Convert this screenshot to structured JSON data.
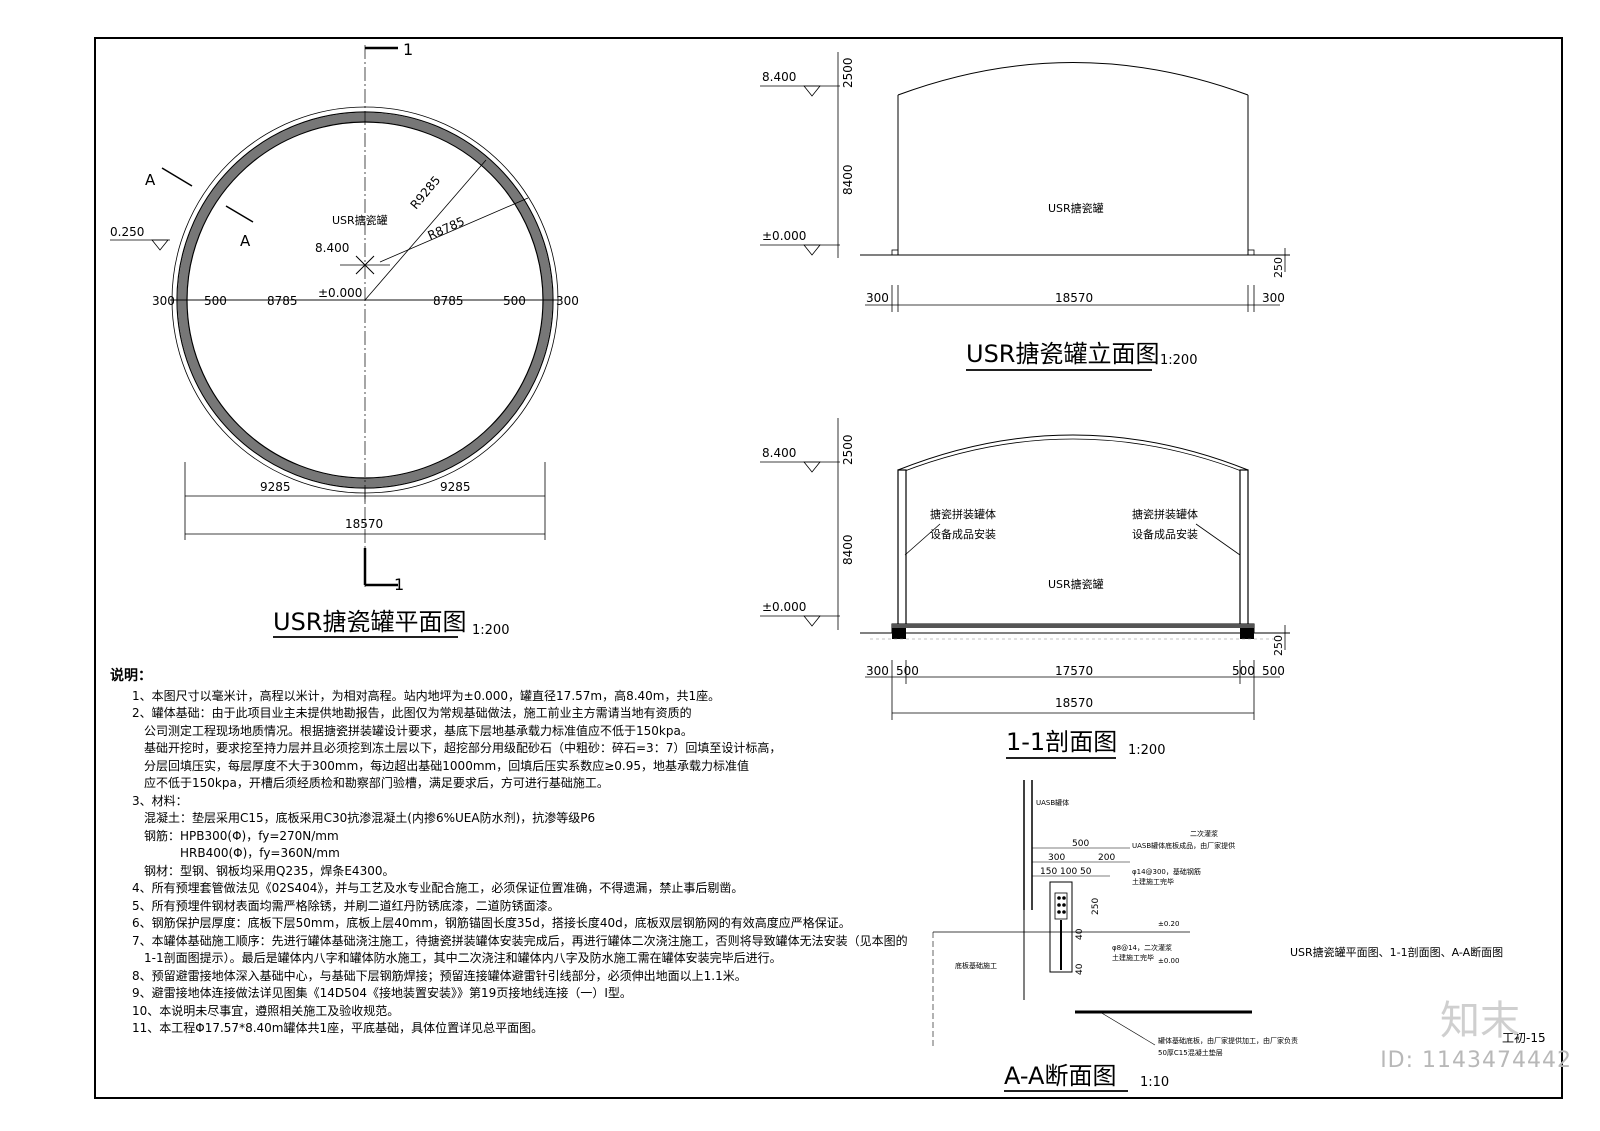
{
  "plan": {
    "title": "USR搪瓷罐平面图",
    "scale": "1:200",
    "center_label": "USR搪瓷罐",
    "section_mark": "1",
    "cut_mark": "A",
    "elev_ground": "0.250",
    "elev_top": "8.400",
    "elev_zero": "±0.000",
    "r_outer": "R9285",
    "r_inner": "R8785",
    "dims_row": [
      "300",
      "500",
      "8785",
      "8785",
      "500",
      "300"
    ],
    "half_dims": [
      "9285",
      "9285"
    ],
    "total_dim": "18570"
  },
  "elevation": {
    "title": "USR搪瓷罐立面图",
    "scale": "1:200",
    "label": "USR搪瓷罐",
    "elev_top": "8.400",
    "elev_zero": "±0.000",
    "v_dims": [
      "2500",
      "8400",
      "250"
    ],
    "dims_row": [
      "300",
      "18570",
      "300"
    ]
  },
  "section": {
    "title": "1-1剖面图",
    "scale": "1:200",
    "label": "USR搪瓷罐",
    "note_left": [
      "搪瓷拼装罐体",
      "设备成品安装"
    ],
    "note_right": [
      "搪瓷拼装罐体",
      "设备成品安装"
    ],
    "elev_top": "8.400",
    "elev_zero": "±0.000",
    "v_dims": [
      "2500",
      "8400",
      "250"
    ],
    "dims_row": [
      "300",
      "500",
      "17570",
      "500",
      "500"
    ],
    "total_dim": "18570"
  },
  "detail": {
    "title": "A-A断面图",
    "scale": "1:10",
    "labels": [
      "UASB罐体",
      "二次灌浆",
      "UASB罐体底板成品，由厂家提供",
      "φ14@300，基础钢筋",
      "土建施工完毕",
      "φ8@14，二次灌浆",
      "土建施工完毕",
      "±0.20",
      "±0.00",
      "底板基础施工",
      "罐体基础底板，由厂家提供加工，由厂家负责",
      "50厚C15混凝土垫层"
    ],
    "dims": [
      "500",
      "300",
      "200",
      "150",
      "100",
      "50",
      "250",
      "40",
      "40"
    ]
  },
  "notes": {
    "heading": "说明：",
    "lines": [
      "1、本图尺寸以毫米计，高程以米计，为相对高程。站内地坪为±0.000，罐直径17.57m，高8.40m，共1座。",
      "2、罐体基础：由于此项目业主未提供地勘报告，此图仅为常规基础做法，施工前业主方需请当地有资质的",
      "公司测定工程现场地质情况。根据搪瓷拼装罐设计要求，基底下层地基承载力标准值应不低于150kpa。",
      "基础开挖时，要求挖至持力层并且必须挖到冻土层以下，超挖部分用级配砂石（中粗砂：碎石=3：7）回填至设计标高，",
      "分层回填压实，每层厚度不大于300mm，每边超出基础1000mm，回填后压实系数应≥0.95，地基承载力标准值",
      "应不低于150kpa，开槽后须经质检和勘察部门验槽，满足要求后，方可进行基础施工。",
      "3、材料：",
      "混凝土：垫层采用C15，底板采用C30抗渗混凝土(内掺6%UEA防水剂)，抗渗等级P6",
      "钢筋：HPB300(Φ)，fy=270N/mm",
      "HRB400(Φ)，fy=360N/mm",
      "钢材：型钢、钢板均采用Q235，焊条E4300。",
      "4、所有预埋套管做法见《02S404》，并与工艺及水专业配合施工，必须保证位置准确，不得遗漏，禁止事后剔凿。",
      "5、所有预埋件钢材表面均需严格除锈，并刷二道红丹防锈底漆，二道防锈面漆。",
      "6、钢筋保护层厚度：底板下层50mm，底板上层40mm，钢筋锚固长度35d，搭接长度40d，底板双层钢筋网的有效高度应严格保证。",
      "7、本罐体基础施工顺序：先进行罐体基础浇注施工，待搪瓷拼装罐体安装完成后，再进行罐体二次浇注施工，否则将导致罐体无法安装（见本图的",
      "1-1剖面图提示）。最后是罐体内八字和罐体防水施工，其中二次浇注和罐体内八字及防水施工需在罐体安装完毕后进行。",
      "8、预留避雷接地体深入基础中心，与基础下层钢筋焊接；预留连接罐体避雷针引线部分，必须伸出地面以上1.1米。",
      "9、避雷接地体连接做法详见图集《14D504《接地装置安装》》第19页接地线连接（一）I型。",
      "10、本说明未尽事宜，遵照相关施工及验收规范。",
      "11、本工程Φ17.57*8.40m罐体共1座，平底基础，具体位置详见总平面图。"
    ]
  },
  "sheet": {
    "caption": "USR搪瓷罐平面图、1-1剖面图、A-A断面图",
    "number": "工初-15",
    "watermark_id": "ID: 1143474442",
    "logo_text": "知末"
  }
}
